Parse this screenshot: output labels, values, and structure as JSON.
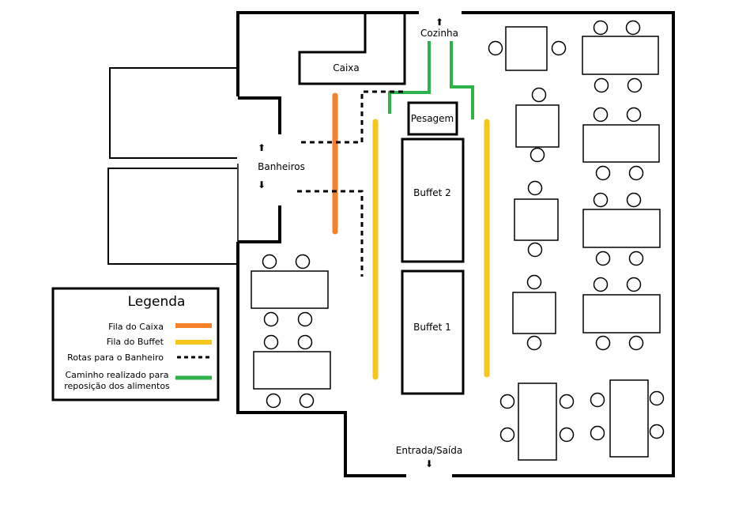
{
  "labels": {
    "kitchen": "Cozinha",
    "cashier": "Caixa",
    "weighing": "Pesagem",
    "bathrooms": "Banheiros",
    "buffet2": "Buffet 2",
    "buffet1": "Buffet 1",
    "entrance": "Entrada/Saída"
  },
  "arrows": {
    "up": "⬆",
    "down": "⬇"
  },
  "legend": {
    "title": "Legenda",
    "items": [
      {
        "label": "Fila do Caixa",
        "color": "#F5822A",
        "style": "solid"
      },
      {
        "label": "Fila do Buffet",
        "color": "#F7C61C",
        "style": "solid"
      },
      {
        "label": "Rotas para o Banheiro",
        "color": "#000000",
        "style": "dotted"
      },
      {
        "label_line1": "Caminho realizado para",
        "label_line2": "reposição dos alimentos",
        "color": "#2DB34A",
        "style": "solid"
      }
    ]
  },
  "colors": {
    "cashier_queue": "#F5822A",
    "buffet_queue": "#F7C61C",
    "restock_path": "#2DB34A",
    "walls": "#000000"
  }
}
